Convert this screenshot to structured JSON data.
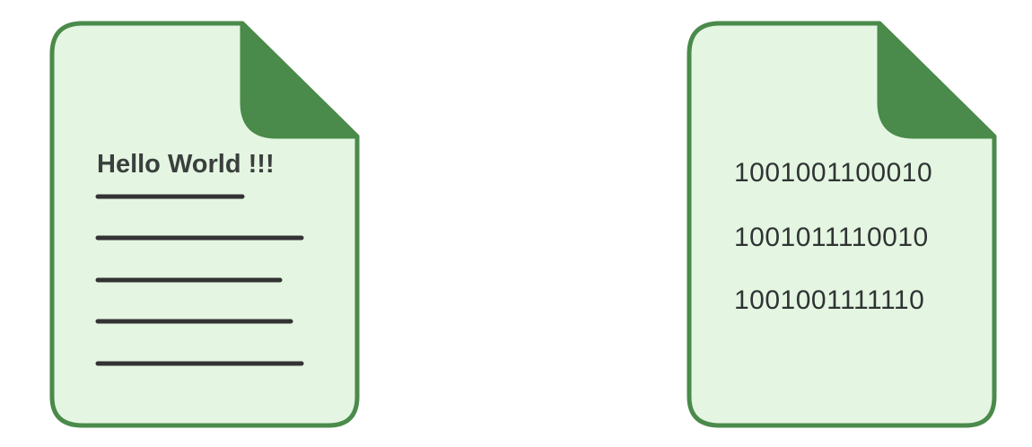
{
  "colors": {
    "page_bg": "#ffffff",
    "doc_fill": "#e4f5e2",
    "doc_border": "#4a8a4a",
    "fold": "#4a8a4a",
    "text": "#3a3f3d",
    "line": "#333333"
  },
  "text_document": {
    "title": "Hello World !!!",
    "line_count": 5,
    "icon": "text-file-icon"
  },
  "binary_document": {
    "lines": [
      "1001001100010",
      "1001011110010",
      "1001001111110"
    ],
    "icon": "binary-file-icon"
  }
}
